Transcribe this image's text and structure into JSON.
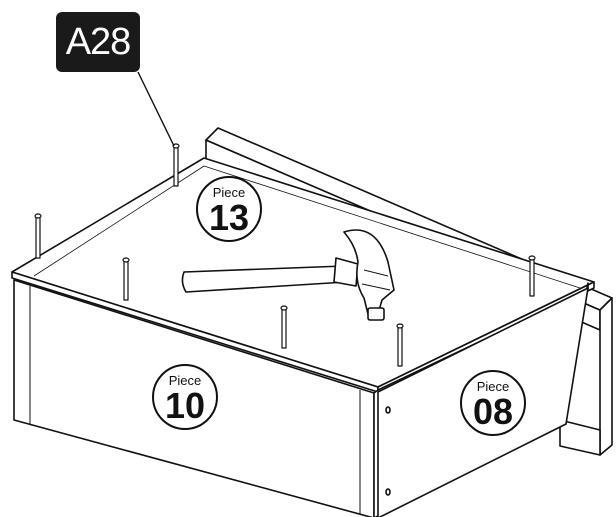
{
  "part_code": "A28",
  "pieces": [
    {
      "caption": "Piece",
      "number": "13"
    },
    {
      "caption": "Piece",
      "number": "10"
    },
    {
      "caption": "Piece",
      "number": "08"
    }
  ],
  "icons": [
    "nail-icon",
    "hammer-icon"
  ],
  "colors": {
    "line": "#111111",
    "label_bg": "#1a1a1a",
    "label_text": "#ffffff"
  }
}
